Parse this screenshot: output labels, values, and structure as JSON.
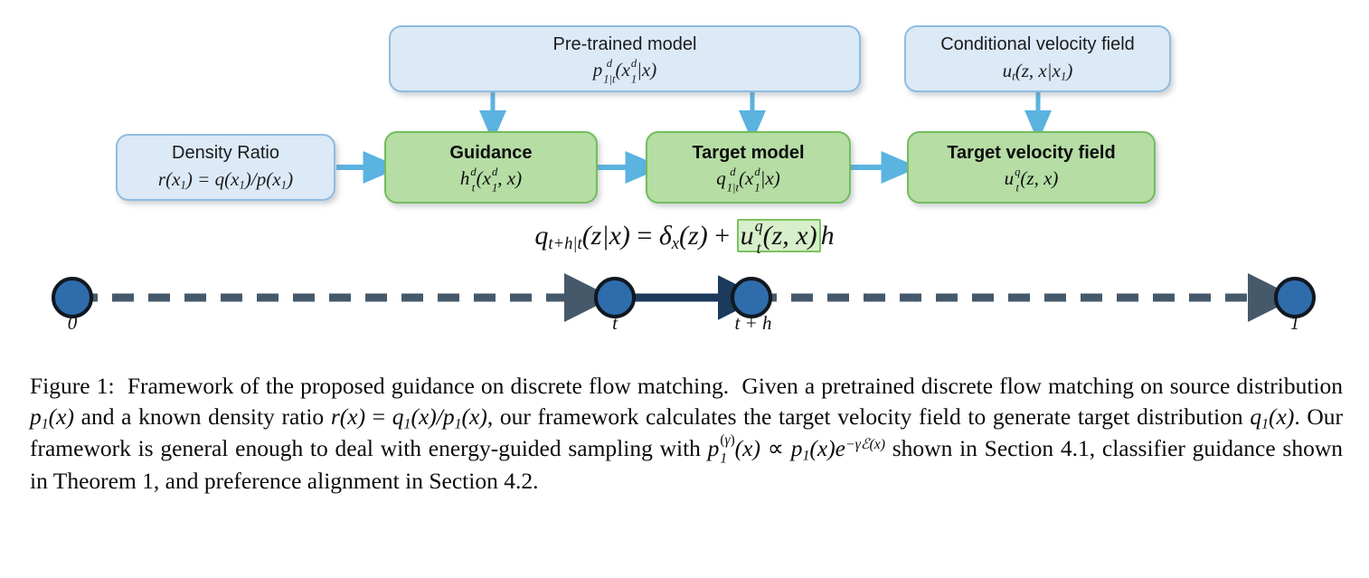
{
  "figure": {
    "boxes": [
      {
        "id": "pretrained-model",
        "kind": "blue",
        "title": "Pre-trained model",
        "formula_plain": "p^d_{1|t}(x^d_1|x)"
      },
      {
        "id": "conditional-velocity-field",
        "kind": "blue",
        "title": "Conditional velocity field",
        "formula_plain": "u_t(z,x|x_1)"
      },
      {
        "id": "density-ratio",
        "kind": "blue",
        "title": "Density Ratio",
        "formula_plain": "r(x_1) = q(x_1)/p(x_1)"
      },
      {
        "id": "guidance",
        "kind": "green",
        "title": "Guidance",
        "formula_plain": "h^d_t(x^d_1, x)"
      },
      {
        "id": "target-model",
        "kind": "green",
        "title": "Target model",
        "formula_plain": "q^d_{1|t}(x^d_1|x)"
      },
      {
        "id": "target-velocity-field",
        "kind": "green",
        "title": "Target velocity field",
        "formula_plain": "u^q_t(z,x)"
      }
    ],
    "equation": {
      "plain": "q_{t+h|t}(z|x) = δ_x(z) + u^q_t(z,x)h",
      "highlighted_term": "u^q_t(z,x)"
    },
    "timeline": {
      "labels": [
        "0",
        "t",
        "t + h",
        "1"
      ],
      "node_color": "#2f6cab",
      "node_stroke": "#101820",
      "line_color": "#46596b",
      "active_arrow_color": "#1b3a5c"
    },
    "colors": {
      "blue_fill": "#dce9f7",
      "blue_border": "#8fbce0",
      "green_fill": "#b5dda4",
      "green_border": "#72bd5c",
      "arrow": "#5bb3e0",
      "highlight_fill": "#d8efcb",
      "highlight_border": "#7cc15f"
    }
  },
  "caption": {
    "label": "Figure 1:",
    "text_plain": "Framework of the proposed guidance on discrete flow matching. Given a pretrained discrete flow matching on source distribution p_1(x) and a known density ratio r(x) = q_1(x)/p_1(x), our framework calculates the target velocity field to generate target distribution q_1(x). Our framework is general enough to deal with energy-guided sampling with p_1^{(γ)}(x) ∝ p_1(x)e^{-γℰ(x)} shown in Section 4.1, classifier guidance shown in Theorem 1, and preference alignment in Section 4.2.",
    "segments": {
      "s1": "Framework of the proposed guidance on discrete",
      "s2": "flow matching.",
      "s3": "Given a pretrained discrete flow matching on source distribution",
      "s4": "and a known density ratio",
      "s5": "our framework calculates the target velocity field to generate target distribution",
      "s6": "Our framework is general enough to deal with energy-guided sampling with",
      "s7": "shown in Section 4.1, classifier guidance shown in Theorem 1, and preference alignment in Section 4.2."
    }
  }
}
